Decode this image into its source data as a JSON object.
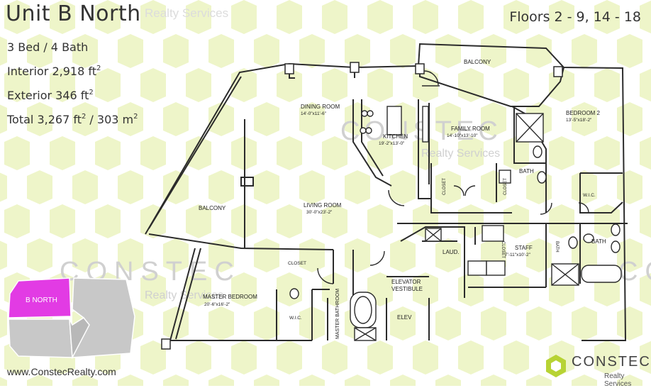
{
  "header": {
    "unit_title": "Unit B North",
    "title_watermark": "Realty Services",
    "floors": "Floors 2 - 9, 14 - 18"
  },
  "specs": {
    "beds_baths": "3 Bed / 4 Bath",
    "interior_label": "Interior 2,918 ft",
    "exterior_label": "Exterior 346 ft",
    "total_label": "Total 3,267 ft",
    "total_metric": " / 303 m",
    "sup": "2"
  },
  "watermarks": {
    "brand": "CONSTEC",
    "sub": "Realty Services"
  },
  "rooms": {
    "balcony_top": "BALCONY",
    "dining_name": "DINING ROOM",
    "dining_dims": "14'-0\"x11'-6\"",
    "kitchen_name": "KITCHEN",
    "kitchen_dims": "19'-2\"x13'-0\"",
    "family_name": "FAMILY ROOM",
    "family_dims": "14'-10\"x13'-10\"",
    "bedroom2_name": "BEDROOM 2",
    "bedroom2_dims": "13'-5\"x18'-2\"",
    "bath": "BATH",
    "closet": "CLOSET",
    "wic": "W.I.C.",
    "balcony_left": "BALCONY",
    "living_name": "LIVING ROOM",
    "living_dims": "30'-0\"x23'-2\"",
    "laund": "LAUD.",
    "staff_name": "STAFF",
    "staff_dims": "7'-11\"x10'-2\"",
    "master_name": "MASTER BEDROOM",
    "master_dims": "20'-6\"x16'-2\"",
    "master_bath": "MASTER BATHROOM",
    "elevator_line1": "ELEVATOR",
    "elevator_line2": "VESTIBULE",
    "elev": "ELEV"
  },
  "key_plan": {
    "label": "B NORTH",
    "highlight_color": "#e23be4",
    "gray_color": "#c8c8c8"
  },
  "footer": {
    "url": "www.ConstecRealty.com",
    "logo_name": "CONSTEC",
    "logo_sub": "Realty Services",
    "logo_color": "#b7d334"
  },
  "colors": {
    "pattern": "#eef5c9",
    "wall": "#2b2b2b"
  }
}
